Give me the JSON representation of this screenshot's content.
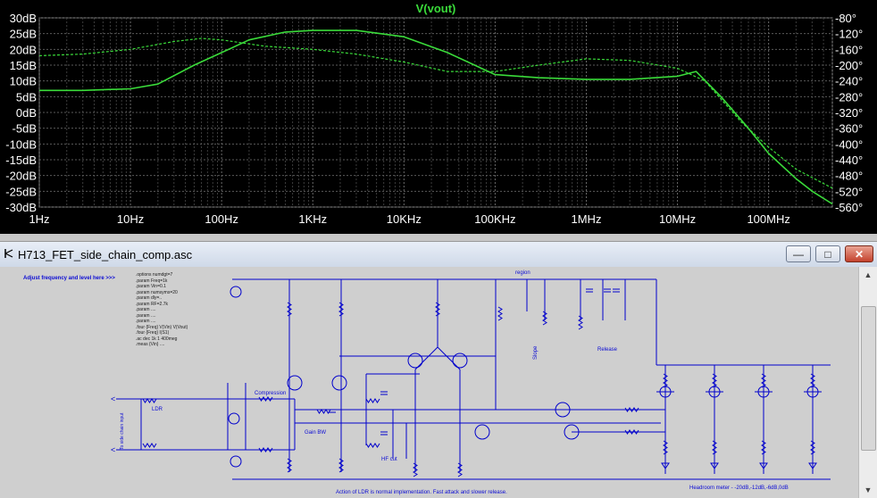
{
  "plot": {
    "title": "V(vout)",
    "left_ticks": [
      "30dB",
      "25dB",
      "20dB",
      "15dB",
      "10dB",
      "5dB",
      "0dB",
      "-5dB",
      "-10dB",
      "-15dB",
      "-20dB",
      "-25dB",
      "-30dB"
    ],
    "right_ticks": [
      "-80°",
      "-120°",
      "-160°",
      "-200°",
      "-240°",
      "-280°",
      "-320°",
      "-360°",
      "-400°",
      "-440°",
      "-480°",
      "-520°",
      "-560°"
    ],
    "x_ticks": [
      "1Hz",
      "10Hz",
      "100Hz",
      "1KHz",
      "10KHz",
      "100KHz",
      "1MHz",
      "10MHz",
      "100MHz"
    ],
    "colors": {
      "trace": "#3adb3a",
      "grid": "#5a5a5a",
      "background": "#000000",
      "text": "#ffffff"
    }
  },
  "chart_data": {
    "type": "line",
    "title": "V(vout)",
    "x_scale": "log",
    "xlim": [
      1,
      500000000
    ],
    "ylim": [
      -30,
      30
    ],
    "y2lim": [
      -80,
      -560
    ],
    "series": [
      {
        "style": "solid",
        "axis": "left",
        "points": [
          [
            1,
            7
          ],
          [
            3,
            7
          ],
          [
            10,
            7.5
          ],
          [
            20,
            9
          ],
          [
            50,
            15
          ],
          [
            100,
            19
          ],
          [
            200,
            23
          ],
          [
            500,
            25.5
          ],
          [
            1000,
            26
          ],
          [
            3000,
            26
          ],
          [
            10000,
            24
          ],
          [
            30000,
            19
          ],
          [
            100000,
            12
          ],
          [
            300000,
            11
          ],
          [
            1000000,
            10.5
          ],
          [
            3000000,
            10.5
          ],
          [
            10000000,
            11.5
          ],
          [
            16000000,
            13
          ],
          [
            30000000,
            5
          ],
          [
            60000000,
            -5
          ],
          [
            100000000,
            -13
          ],
          [
            200000000,
            -21
          ],
          [
            300000000,
            -25
          ],
          [
            500000000,
            -29
          ]
        ]
      },
      {
        "style": "dashed",
        "axis": "left",
        "points": [
          [
            1,
            18
          ],
          [
            3,
            18.5
          ],
          [
            10,
            20
          ],
          [
            30,
            22.5
          ],
          [
            60,
            23.5
          ],
          [
            100,
            23
          ],
          [
            300,
            21
          ],
          [
            1000,
            20
          ],
          [
            3000,
            18.5
          ],
          [
            10000,
            16
          ],
          [
            30000,
            13
          ],
          [
            100000,
            13
          ],
          [
            300000,
            15
          ],
          [
            1000000,
            17
          ],
          [
            3000000,
            16.5
          ],
          [
            10000000,
            14
          ],
          [
            20000000,
            10
          ],
          [
            50000000,
            -3
          ],
          [
            100000000,
            -11
          ],
          [
            200000000,
            -18
          ],
          [
            500000000,
            -24
          ]
        ]
      }
    ]
  },
  "window": {
    "title": "H713_FET_side_chain_comp.asc",
    "min_label": "—",
    "max_label": "□",
    "close_label": "✕"
  },
  "schematic": {
    "note_adjust": "Adjust frequency and level here >>>",
    "label_region": "region",
    "label_compression": "Compression",
    "label_ldr": "LDR",
    "label_gain_bw": "Gain BW",
    "label_hf_cut": "HF cut",
    "label_release": "Release",
    "label_slope": "Slope",
    "label_headroom": "Headroom meter - -20dB,-12dB,-6dB,0dB",
    "label_footer": "Action of LDR is normal implementation. Fast attack and slower release.",
    "label_side_input": "To side chain input",
    "directives": [
      ".options numdgt=7",
      ".param Freq=1k",
      ".param Vin=0.1",
      ".param numsyms=20",
      ".param dly=..",
      ".param RF=2.7k",
      ".param ....",
      ".param ....",
      ".param ....",
      ".four {Freq} V(Vin) V(Vout)",
      ".four {Freq} I(S1)",
      "",
      ".ac dec 1k 1 400meg",
      "",
      ".meas {Vin} ...."
    ]
  }
}
